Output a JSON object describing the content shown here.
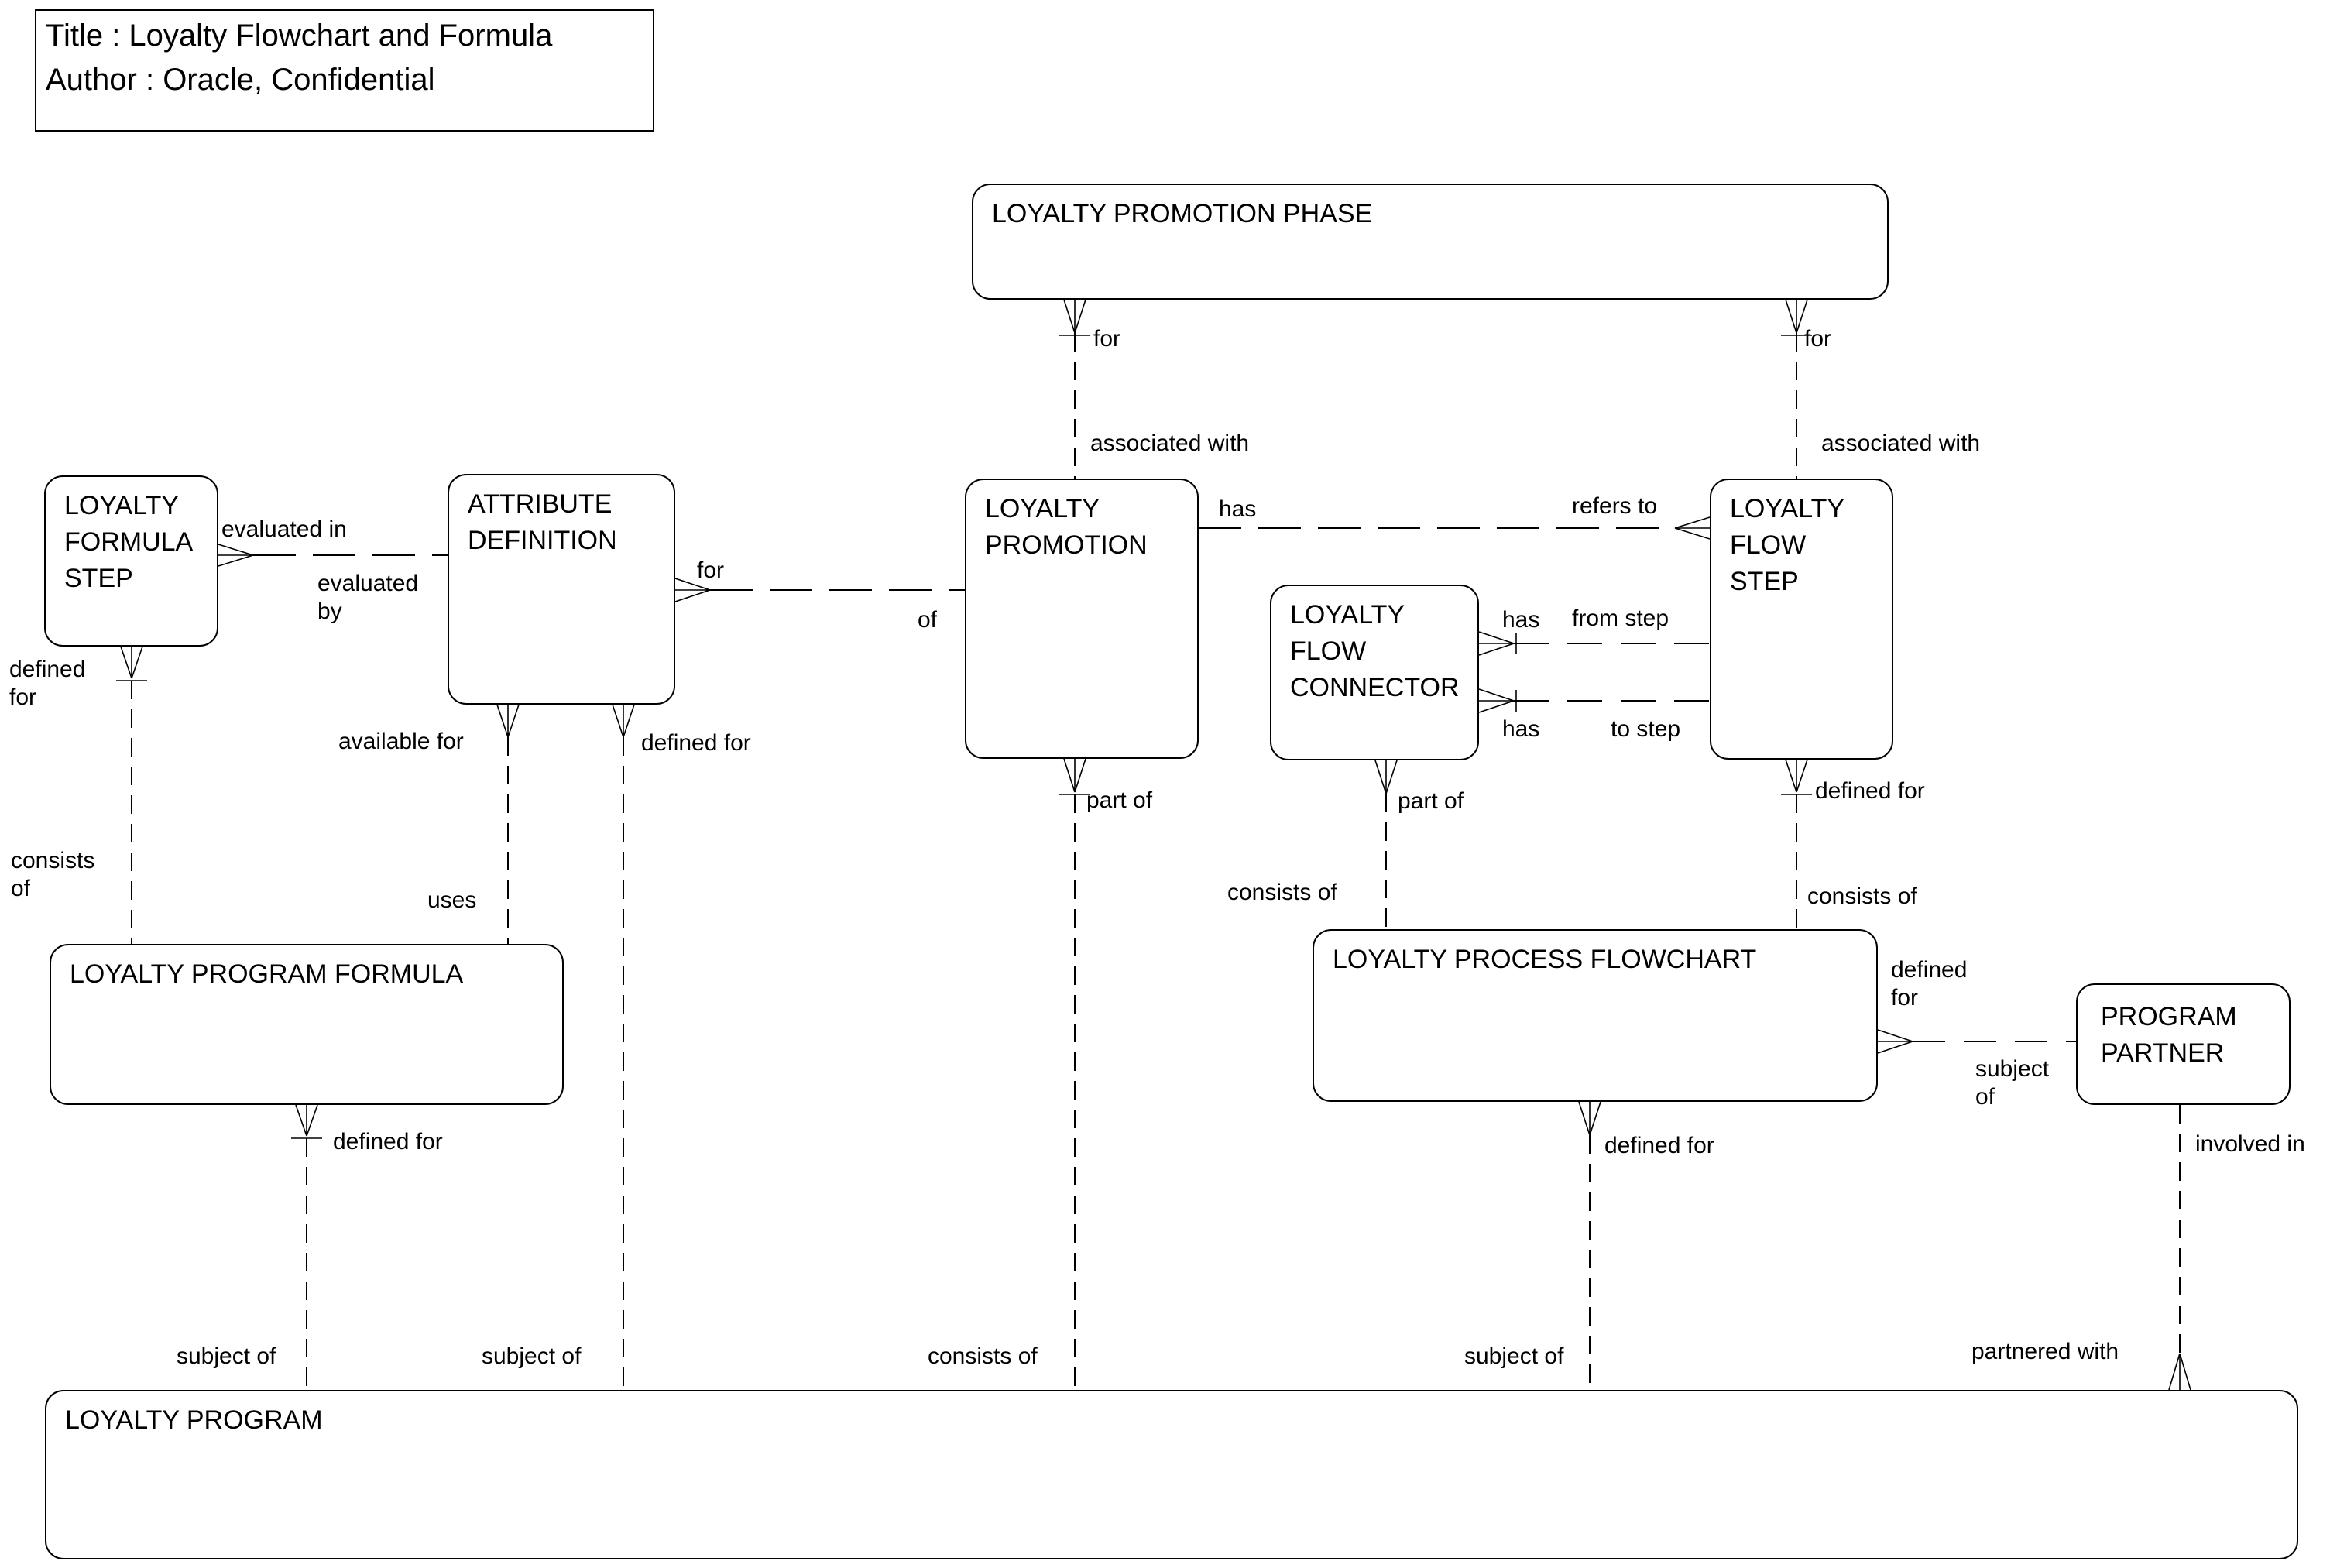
{
  "title_block": {
    "title_line": "Title : Loyalty Flowchart and Formula",
    "author_line": "Author : Oracle, Confidential"
  },
  "entities": {
    "loyalty_promotion_phase": "LOYALTY PROMOTION PHASE",
    "loyalty_formula_step": "LOYALTY FORMULA STEP",
    "attribute_definition": "ATTRIBUTE DEFINITION",
    "loyalty_promotion": "LOYALTY PROMOTION",
    "loyalty_flow_connector": "LOYALTY FLOW CONNECTOR",
    "loyalty_flow_step": "LOYALTY FLOW STEP",
    "loyalty_program_formula": "LOYALTY PROGRAM FORMULA",
    "loyalty_process_flowchart": "LOYALTY PROCESS FLOWCHART",
    "program_partner": "PROGRAM PARTNER",
    "loyalty_program": "LOYALTY PROGRAM"
  },
  "relationships": [
    {
      "from": "LOYALTY PROMOTION PHASE",
      "to": "LOYALTY PROMOTION",
      "label_from_end": "for",
      "label_to_end": "associated with"
    },
    {
      "from": "LOYALTY PROMOTION PHASE",
      "to": "LOYALTY FLOW STEP",
      "label_from_end": "for",
      "label_to_end": "associated with"
    },
    {
      "from": "LOYALTY FORMULA STEP",
      "to": "ATTRIBUTE DEFINITION",
      "label_from_end": "evaluated in",
      "label_to_end": "evaluated\nby"
    },
    {
      "from": "ATTRIBUTE DEFINITION",
      "to": "LOYALTY PROMOTION",
      "label_from_end": "for",
      "label_to_end": "of"
    },
    {
      "from": "LOYALTY PROMOTION",
      "to": "LOYALTY FLOW STEP",
      "label_from_end": "has",
      "label_to_end": "refers to"
    },
    {
      "from": "LOYALTY FLOW CONNECTOR",
      "to": "LOYALTY FLOW STEP",
      "label_from_end": "has",
      "label_to_end": "from step"
    },
    {
      "from": "LOYALTY FLOW CONNECTOR",
      "to": "LOYALTY FLOW STEP",
      "label_from_end": "has",
      "label_to_end": "to step"
    },
    {
      "from": "LOYALTY FORMULA STEP",
      "to": "LOYALTY PROGRAM FORMULA",
      "label_from_end": "defined\nfor",
      "label_to_end": "consists\nof"
    },
    {
      "from": "ATTRIBUTE DEFINITION",
      "to": "LOYALTY PROGRAM FORMULA",
      "label_from_end": "available for",
      "label_to_end": "uses"
    },
    {
      "from": "ATTRIBUTE DEFINITION",
      "to": "LOYALTY PROGRAM",
      "label_from_end": "defined for",
      "label_to_end": "subject of"
    },
    {
      "from": "LOYALTY PROMOTION",
      "to": "LOYALTY PROGRAM",
      "label_from_end": "part of",
      "label_to_end": "consists of"
    },
    {
      "from": "LOYALTY FLOW CONNECTOR",
      "to": "LOYALTY PROCESS FLOWCHART",
      "label_from_end": "part of",
      "label_to_end": "consists of"
    },
    {
      "from": "LOYALTY FLOW STEP",
      "to": "LOYALTY PROCESS FLOWCHART",
      "label_from_end": "defined for",
      "label_to_end": "consists of"
    },
    {
      "from": "LOYALTY PROGRAM FORMULA",
      "to": "LOYALTY PROGRAM",
      "label_from_end": "defined for",
      "label_to_end": "subject of"
    },
    {
      "from": "LOYALTY PROCESS FLOWCHART",
      "to": "PROGRAM PARTNER",
      "label_from_end": "defined\nfor",
      "label_to_end": "subject\nof"
    },
    {
      "from": "LOYALTY PROCESS FLOWCHART",
      "to": "LOYALTY PROGRAM",
      "label_from_end": "defined for",
      "label_to_end": "subject of"
    },
    {
      "from": "PROGRAM PARTNER",
      "to": "LOYALTY PROGRAM",
      "label_from_end": "involved in",
      "label_to_end": "partnered with"
    }
  ],
  "colors": {
    "background": "#ffffff",
    "line": "#000000",
    "text": "#000000"
  }
}
